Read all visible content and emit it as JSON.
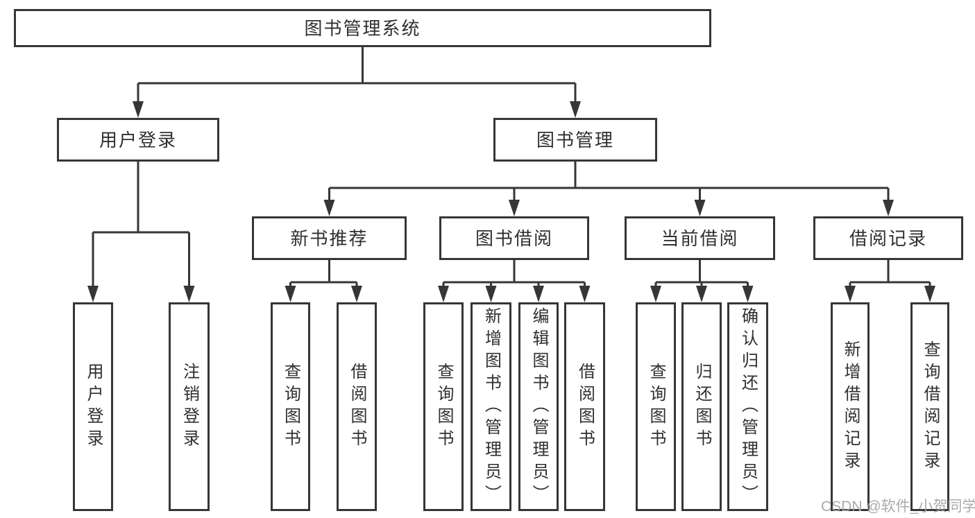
{
  "tree": {
    "label": "图书管理系统",
    "children": [
      {
        "label": "用户登录",
        "children": [
          {
            "label": "用户登录"
          },
          {
            "label": "注销登录"
          }
        ]
      },
      {
        "label": "图书管理",
        "children": [
          {
            "label": "新书推荐",
            "children": [
              {
                "label": "查询图书"
              },
              {
                "label": "借阅图书"
              }
            ]
          },
          {
            "label": "图书借阅",
            "children": [
              {
                "label": "查询图书"
              },
              {
                "label": "新增图书（管理员）"
              },
              {
                "label": "编辑图书（管理员）"
              },
              {
                "label": "借阅图书"
              }
            ]
          },
          {
            "label": "当前借阅",
            "children": [
              {
                "label": "查询图书"
              },
              {
                "label": "归还图书"
              },
              {
                "label": "确认归还（管理员）"
              }
            ]
          },
          {
            "label": "借阅记录",
            "children": [
              {
                "label": "新增借阅记录"
              },
              {
                "label": "查询借阅记录"
              }
            ]
          }
        ]
      }
    ]
  },
  "watermark": {
    "text": "CSDN @软件_小贺同学"
  },
  "colors": {
    "line": "#363636",
    "text": "#2f2f2f",
    "background": "#ffffff",
    "watermark": "#a5a5a5"
  }
}
